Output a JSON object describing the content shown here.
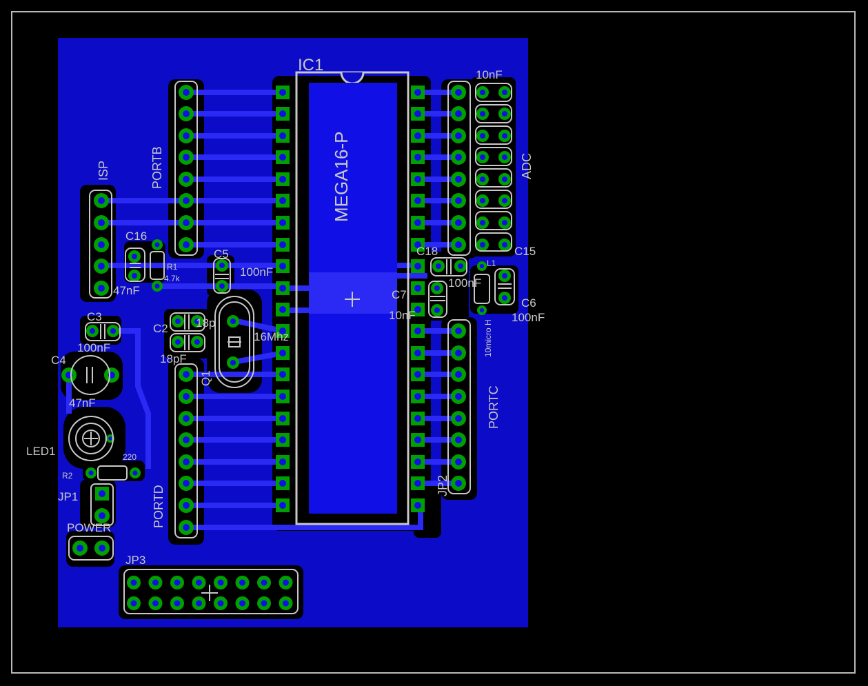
{
  "title": "Layout",
  "colors": {
    "background": "#000000",
    "board": "#0c0cc8",
    "pour": "#1010e6",
    "clearance": "#000000",
    "trace": "#2a2af4",
    "pad": "#00a000",
    "silk": "#c8c8c8"
  },
  "labels": {
    "ic1": "IC1",
    "mega": "MEGA16-P",
    "portb": "PORTB",
    "portc": "PORTC",
    "portd": "PORTD",
    "isp": "ISP",
    "adc": "ADC",
    "c16": "C16",
    "r1": "R1",
    "r1_val": "4.7k",
    "c16_val": "47nF",
    "c5": "C5",
    "c5_val": "100nF",
    "c3": "C3",
    "c3_val": "100nF",
    "c4": "C4",
    "c4_val": "47nF",
    "c2": "C2",
    "c2_val": "18pF",
    "c1_val": "18p",
    "q1": "Q1",
    "q1_val": "16Mhz",
    "led1": "LED1",
    "r2": "R2",
    "r2_val": "220",
    "jp1": "JP1",
    "power": "POWER",
    "jp3": "JP3",
    "jp2": "JP2",
    "c18": "C18",
    "c18_val": "100nF",
    "c7": "C7",
    "c7_val": "10nF",
    "c15": "C15",
    "c6": "C6",
    "c6_val": "100nF",
    "l1": "L1",
    "l1_val": "10micro H",
    "adc_cap_val": "10nF"
  }
}
